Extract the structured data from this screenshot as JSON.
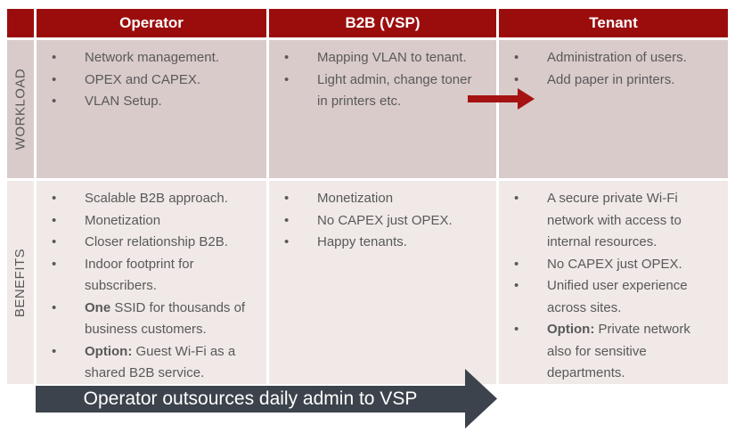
{
  "header": {
    "labels": [
      "Operator",
      "B2B (VSP)",
      "Tenant"
    ]
  },
  "rows": [
    {
      "label": "WORKLOAD",
      "cells": [
        {
          "column": "Operator",
          "bullets": [
            {
              "text": "Network management."
            },
            {
              "text": "OPEX and CAPEX."
            },
            {
              "text": "VLAN Setup."
            }
          ]
        },
        {
          "column": "B2B (VSP)",
          "bullets": [
            {
              "text": "Mapping VLAN to tenant."
            },
            {
              "text": "Light admin, change toner in printers etc."
            }
          ]
        },
        {
          "column": "Tenant",
          "bullets": [
            {
              "text": "Administration of users."
            },
            {
              "text": "Add paper in printers."
            }
          ]
        }
      ]
    },
    {
      "label": "BENEFITS",
      "cells": [
        {
          "column": "Operator",
          "bullets": [
            {
              "text": "Scalable B2B approach."
            },
            {
              "text": "Monetization"
            },
            {
              "text": "Closer relationship B2B."
            },
            {
              "text": "Indoor footprint for subscribers."
            },
            {
              "bold": "One",
              "text": " SSID for thousands of business customers."
            },
            {
              "bold": "Option:",
              "text": " Guest Wi-Fi as a shared B2B service."
            }
          ]
        },
        {
          "column": "B2B (VSP)",
          "bullets": [
            {
              "text": "Monetization"
            },
            {
              "text": "No CAPEX just OPEX."
            },
            {
              "text": "Happy tenants."
            }
          ]
        },
        {
          "column": "Tenant",
          "bullets": [
            {
              "text": "A secure private Wi-Fi network with access to internal resources."
            },
            {
              "text": "No CAPEX just OPEX."
            },
            {
              "text": "Unified user experience across sites."
            },
            {
              "bold": "Option:",
              "text": " Private network also for sensitive departments."
            }
          ]
        }
      ]
    }
  ],
  "workload_arrow": {
    "meaning": "B2B hands daily tasks over to Tenant",
    "direction": "right"
  },
  "bottom_arrow": {
    "label": "Operator outsources daily admin to VSP",
    "direction": "right"
  },
  "colors": {
    "header_bg": "#9B0D0D",
    "header_text": "#FFFFFF",
    "workload_row_bg": "#D9CBCA",
    "benefits_row_bg": "#F0E9E8",
    "body_text": "#595959",
    "red_arrow": "#A51212",
    "dark_arrow": "#3C434C"
  }
}
